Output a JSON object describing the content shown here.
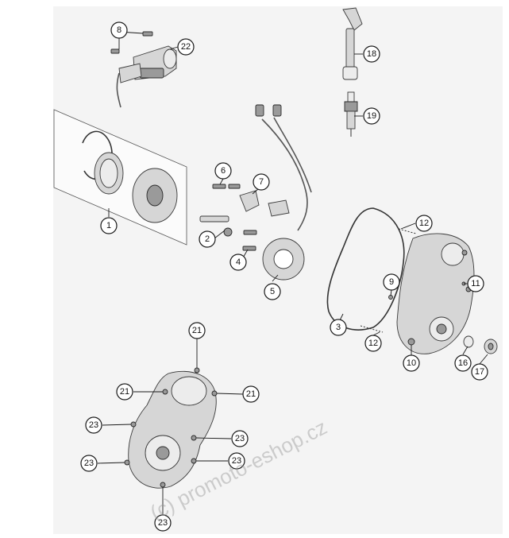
{
  "watermark": "(c) promoto-eshop.cz",
  "callouts": [
    {
      "id": "c8",
      "label": "8"
    },
    {
      "id": "c22",
      "label": "22"
    },
    {
      "id": "c18",
      "label": "18"
    },
    {
      "id": "c19",
      "label": "19"
    },
    {
      "id": "c1",
      "label": "1"
    },
    {
      "id": "c6",
      "label": "6"
    },
    {
      "id": "c7",
      "label": "7"
    },
    {
      "id": "c2",
      "label": "2"
    },
    {
      "id": "c4",
      "label": "4"
    },
    {
      "id": "c5",
      "label": "5"
    },
    {
      "id": "c12a",
      "label": "12"
    },
    {
      "id": "c9",
      "label": "9"
    },
    {
      "id": "c11",
      "label": "11"
    },
    {
      "id": "c3",
      "label": "3"
    },
    {
      "id": "c12b",
      "label": "12"
    },
    {
      "id": "c10",
      "label": "10"
    },
    {
      "id": "c16",
      "label": "16"
    },
    {
      "id": "c17",
      "label": "17"
    },
    {
      "id": "c21a",
      "label": "21"
    },
    {
      "id": "c21b",
      "label": "21"
    },
    {
      "id": "c21c",
      "label": "21"
    },
    {
      "id": "c23a",
      "label": "23"
    },
    {
      "id": "c23b",
      "label": "23"
    },
    {
      "id": "c23c",
      "label": "23"
    },
    {
      "id": "c23d",
      "label": "23"
    },
    {
      "id": "c23e",
      "label": "23"
    }
  ]
}
